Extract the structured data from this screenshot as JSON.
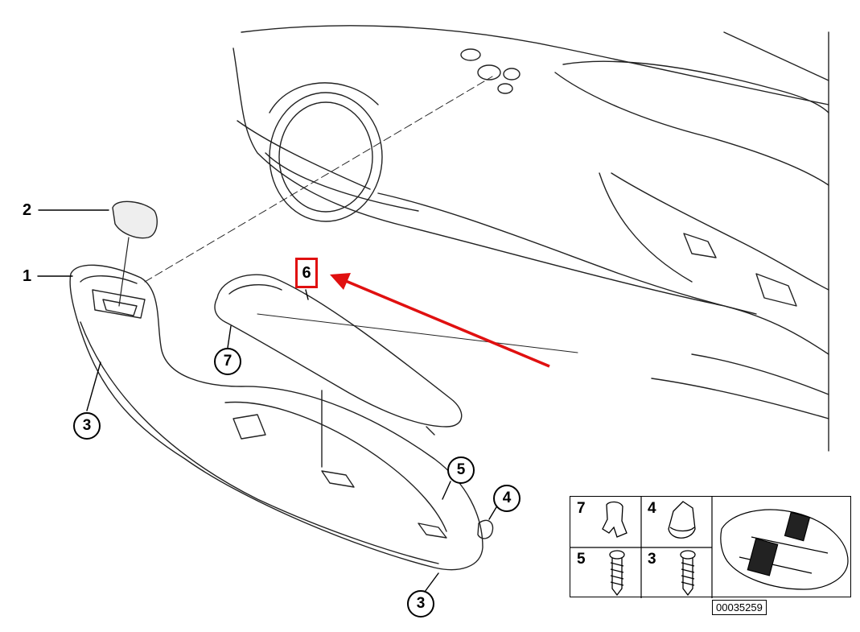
{
  "callouts": {
    "c1": "1",
    "c2": "2",
    "c3a": "3",
    "c3b": "3",
    "c4": "4",
    "c5": "5",
    "c6": "6",
    "c7": "7"
  },
  "inset": {
    "cells": [
      {
        "num": "7",
        "icon": "clip-icon"
      },
      {
        "num": "4",
        "icon": "cap-icon"
      },
      {
        "num": "5",
        "icon": "screw-icon"
      },
      {
        "num": "3",
        "icon": "screw-icon"
      }
    ]
  },
  "reference_number": "00035259",
  "colors": {
    "highlight": "#e01010",
    "line": "#000000"
  }
}
